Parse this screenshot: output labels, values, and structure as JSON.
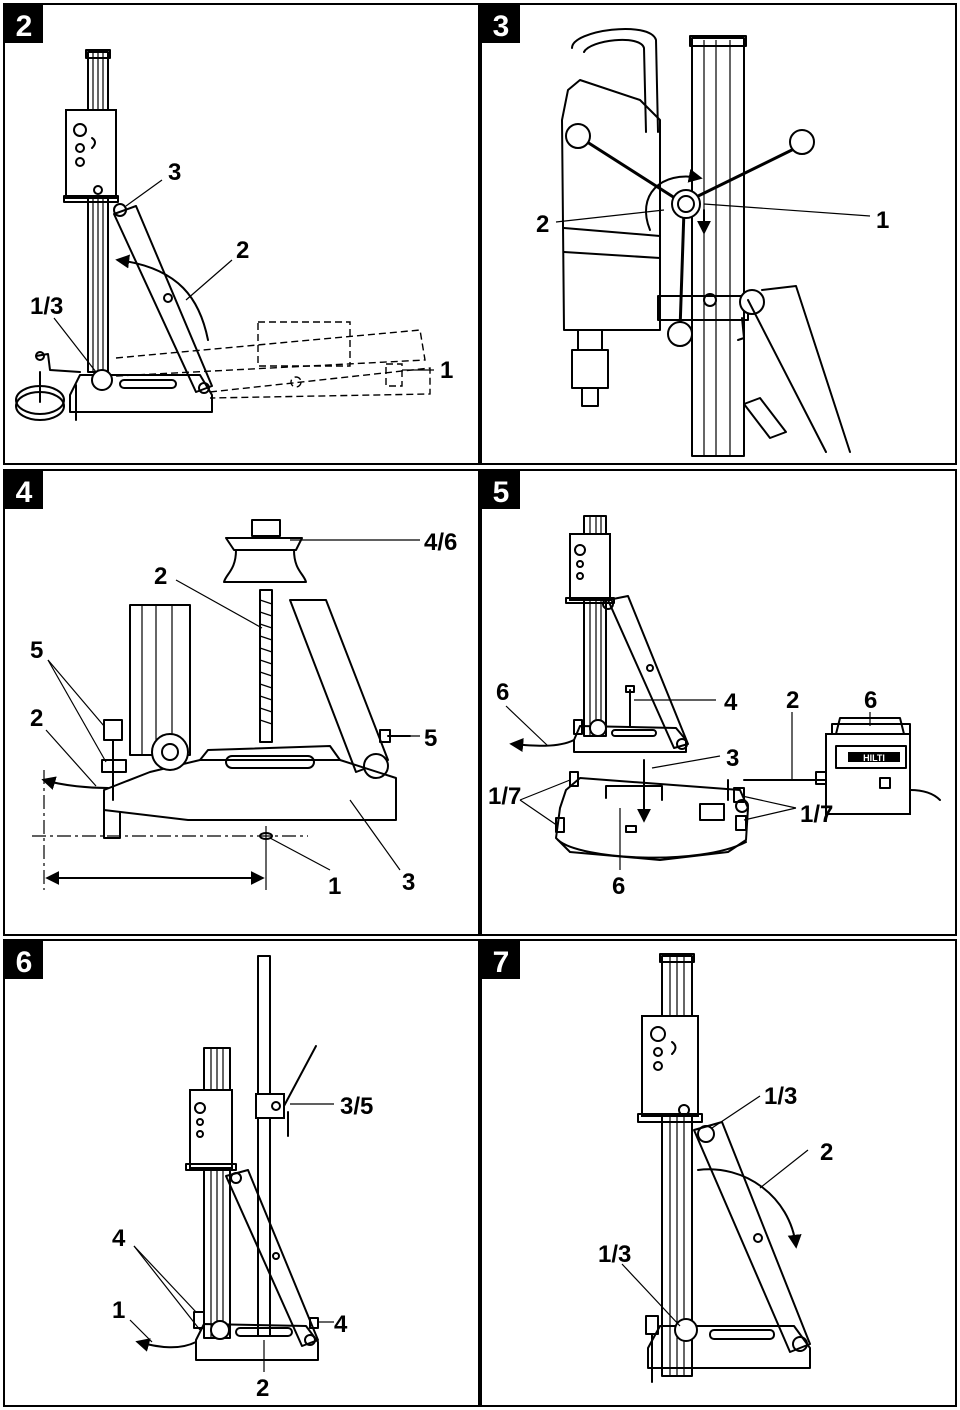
{
  "figures": [
    {
      "number": "2",
      "labels": [
        "3",
        "2",
        "1/3",
        "1"
      ]
    },
    {
      "number": "3",
      "labels": [
        "2",
        "1"
      ]
    },
    {
      "number": "4",
      "labels": [
        "4/6",
        "2",
        "5",
        "2",
        "5",
        "1",
        "3"
      ]
    },
    {
      "number": "5",
      "labels": [
        "6",
        "4",
        "2",
        "6",
        "3",
        "1/7",
        "1/7",
        "6"
      ]
    },
    {
      "number": "6",
      "labels": [
        "3/5",
        "4",
        "1",
        "4",
        "2"
      ]
    },
    {
      "number": "7",
      "labels": [
        "1/3",
        "2",
        "1/3"
      ]
    }
  ],
  "brand_plate": "HILTI"
}
